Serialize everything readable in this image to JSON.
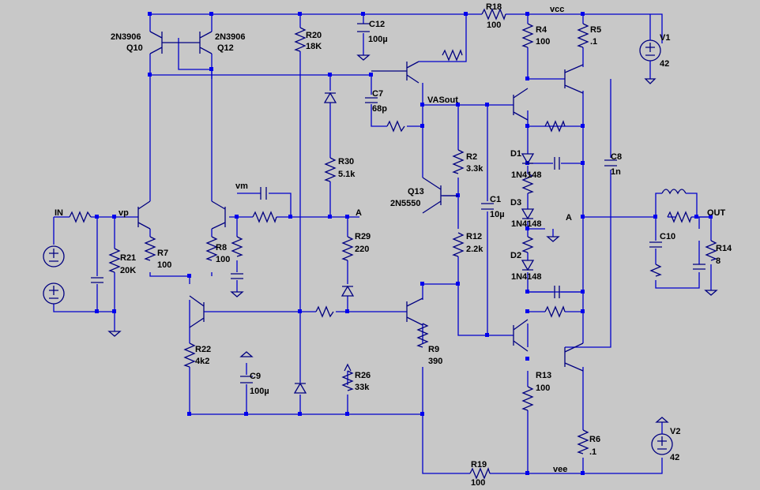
{
  "schematic": {
    "wire_color": "#0000cc",
    "component_color": "#000080",
    "junction_color": "#0000ee",
    "background": "#c8c8c8",
    "labels": {
      "q10_part": "2N3906",
      "q10_name": "Q10",
      "q12_part": "2N3906",
      "q12_name": "Q12",
      "r20_name": "R20",
      "r20_value": "18K",
      "c12_name": "C12",
      "c12_value": "100µ",
      "r18_name": "R18",
      "r18_value": "100",
      "vcc_net": "vcc",
      "r4_name": "R4",
      "r4_value": "100",
      "r5_name": "R5",
      "r5_value": ".1",
      "v1_name": "V1",
      "v1_value": "42",
      "c7_name": "C7",
      "c7_value": "68p",
      "vasout_net": "VASout",
      "d1_name": "D1",
      "d1_part": "1N4148",
      "d3_name": "D3",
      "d3_part": "1N4148",
      "d2_name": "D2",
      "d2_part": "1N4148",
      "r2_name": "R2",
      "r2_value": "3.3k",
      "c8_name": "C8",
      "c8_value": "1n",
      "r30_name": "R30",
      "r30_value": "5.1k",
      "vm_net": "vm",
      "in_net": "IN",
      "vp_net": "vp",
      "a_net_left": "A",
      "a_net_right": "A",
      "q13_name": "Q13",
      "q13_part": "2N5550",
      "c1_name": "C1",
      "c1_value": "10µ",
      "out_net": "OUT",
      "r21_name": "R21",
      "r21_value": "20K",
      "r7_name": "R7",
      "r7_value": "100",
      "r8_name": "R8",
      "r8_value": "100",
      "r29_name": "R29",
      "r29_value": "220",
      "r12_name": "R12",
      "r12_value": "2.2k",
      "c10_name": "C10",
      "r14_name": "R14",
      "r14_value": "8",
      "r22_name": "R22",
      "r22_value": "4k2",
      "c9_name": "C9",
      "c9_value": "100µ",
      "r26_name": "R26",
      "r26_value": "33k",
      "r9_name": "R9",
      "r9_value": "390",
      "r13_name": "R13",
      "r13_value": "100",
      "v2_name": "V2",
      "v2_value": "42",
      "r6_name": "R6",
      "r6_value": ".1",
      "r19_name": "R19",
      "r19_value": "100",
      "vee_net": "vee"
    }
  }
}
